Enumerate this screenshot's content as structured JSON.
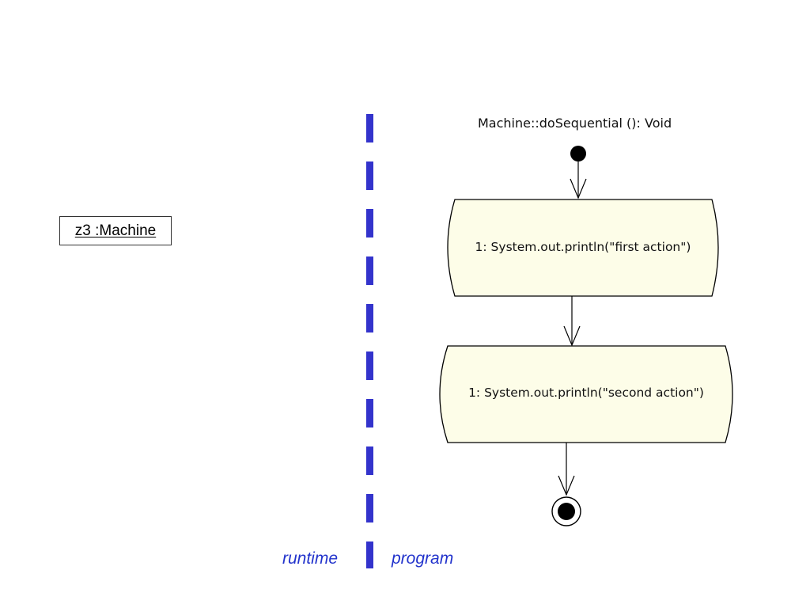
{
  "object": {
    "label": "z3 :Machine"
  },
  "zones": {
    "left_label": "runtime",
    "right_label": "program",
    "divider_color": "#3333cc"
  },
  "activity": {
    "title": "Machine::doSequential (): Void",
    "actions": [
      {
        "label": "1: System.out.println(\"first action\")"
      },
      {
        "label": "1: System.out.println(\"second action\")"
      }
    ],
    "action_fill": "#fdfde8"
  }
}
